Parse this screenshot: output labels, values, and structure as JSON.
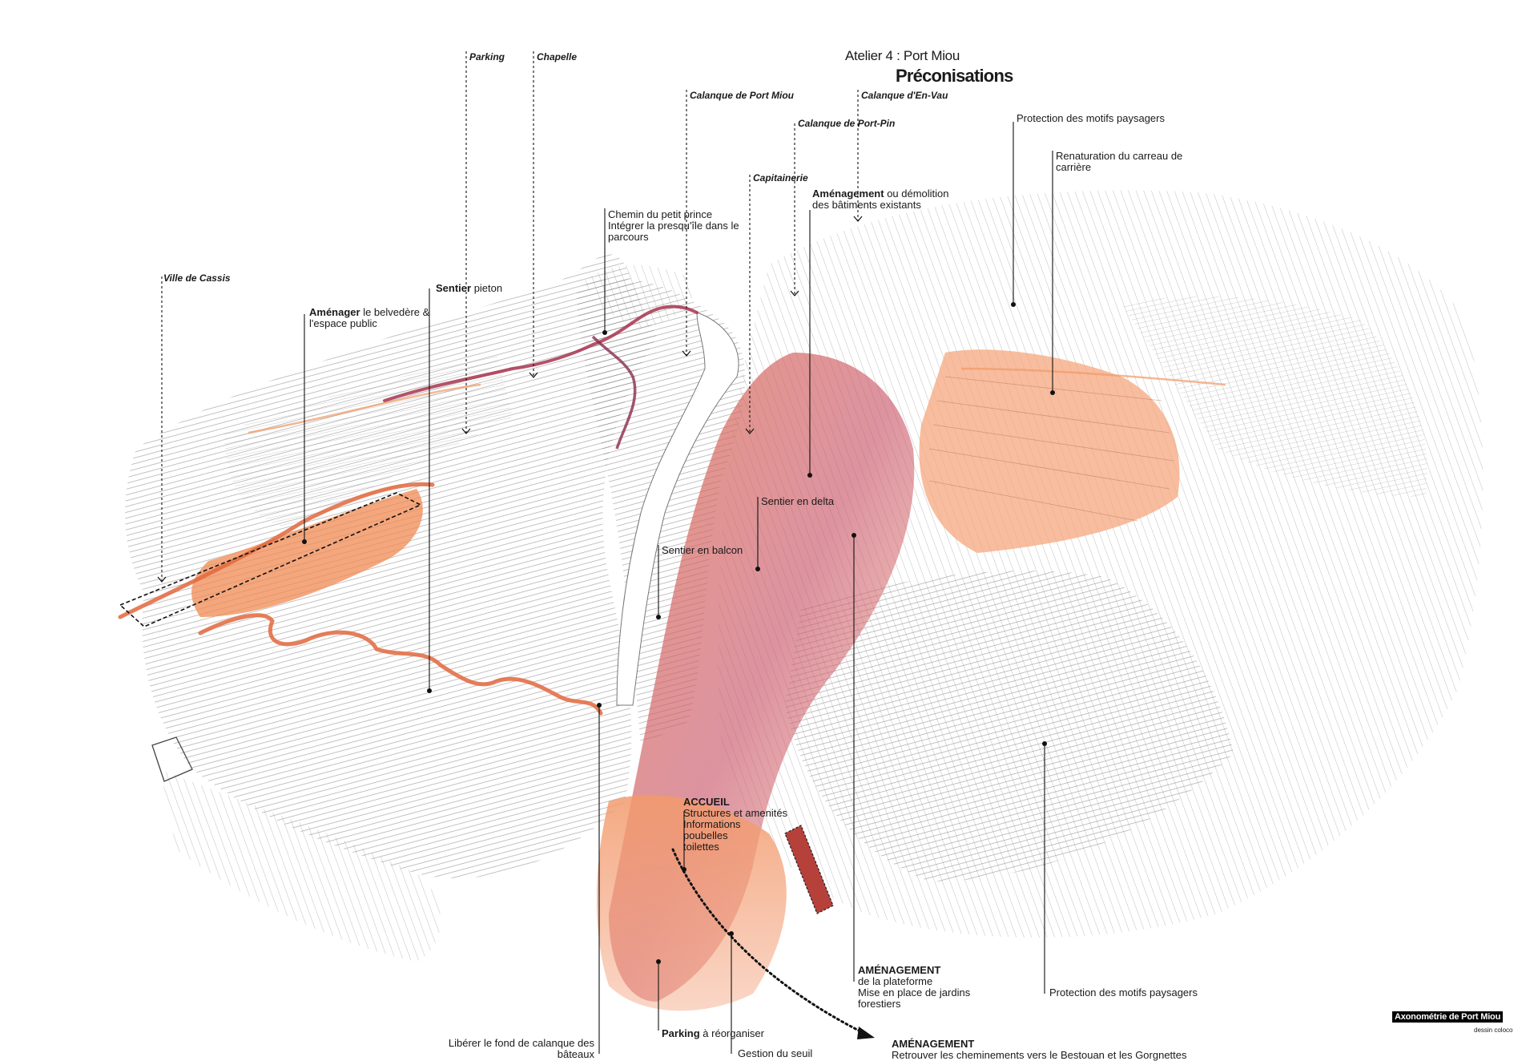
{
  "header": {
    "title": "Atelier 4 : Port Miou",
    "subtitle": "Préconisations"
  },
  "places": {
    "parking": "Parking",
    "chapelle": "Chapelle",
    "port_miou": "Calanque de Port Miou",
    "en_vau": "Calanque d'En-Vau",
    "port_pin": "Calanque de Port-Pin",
    "capitainerie": "Capitainerie",
    "cassis": "Ville de Cassis"
  },
  "annotations": {
    "amenagement_batiments": {
      "bold": "Aménagement",
      "rest": " ou démolition\ndes bâtiments existants"
    },
    "petit_prince": {
      "text": "Chemin du petit prince\nIntégrer la presqu'île dans le\nparcours"
    },
    "motifs_top": {
      "text": "Protection des motifs paysagers"
    },
    "renaturation": {
      "text": "Renaturation du carreau de\ncarrière"
    },
    "sentier_pieton": {
      "bold": "Sentier",
      "rest": " pieton"
    },
    "belvedere": {
      "bold": "Aménager",
      "rest": " le belvedère &\nl'espace public"
    },
    "sentier_delta": {
      "text": "Sentier en delta"
    },
    "sentier_balcon": {
      "text": "Sentier en balcon"
    },
    "accueil": {
      "bold": "ACCUEIL",
      "rest": "\nStructures et amenités\nInformations\npoubelles\ntoilettes"
    },
    "plateforme": {
      "bold": "AMÉNAGEMENT",
      "rest": "\nde la plateforme\nMise en place de jardins\nforestiers"
    },
    "motifs_bottom": {
      "text": "Protection des motifs paysagers"
    },
    "cheminements": {
      "bold": "AMÉNAGEMENT",
      "rest": "\nRetrouver les cheminements vers le Bestouan et les Gorgnettes"
    },
    "parking_reorg": {
      "bold": "Parking",
      "rest": " à réorganiser"
    },
    "gestion_seuil": {
      "text": "Gestion du seuil"
    },
    "liberer": {
      "text": "Libérer le fond de calanque des\nbâteaux"
    }
  },
  "footer": {
    "caption": "Axonométrie de Port Miou",
    "credit": "dessin coloco"
  },
  "colors": {
    "orange": "#ef8a4e",
    "red_path": "#a8324d",
    "pink": "#d7607a",
    "pencil": "#8c8c8c",
    "leader": "#111111"
  }
}
